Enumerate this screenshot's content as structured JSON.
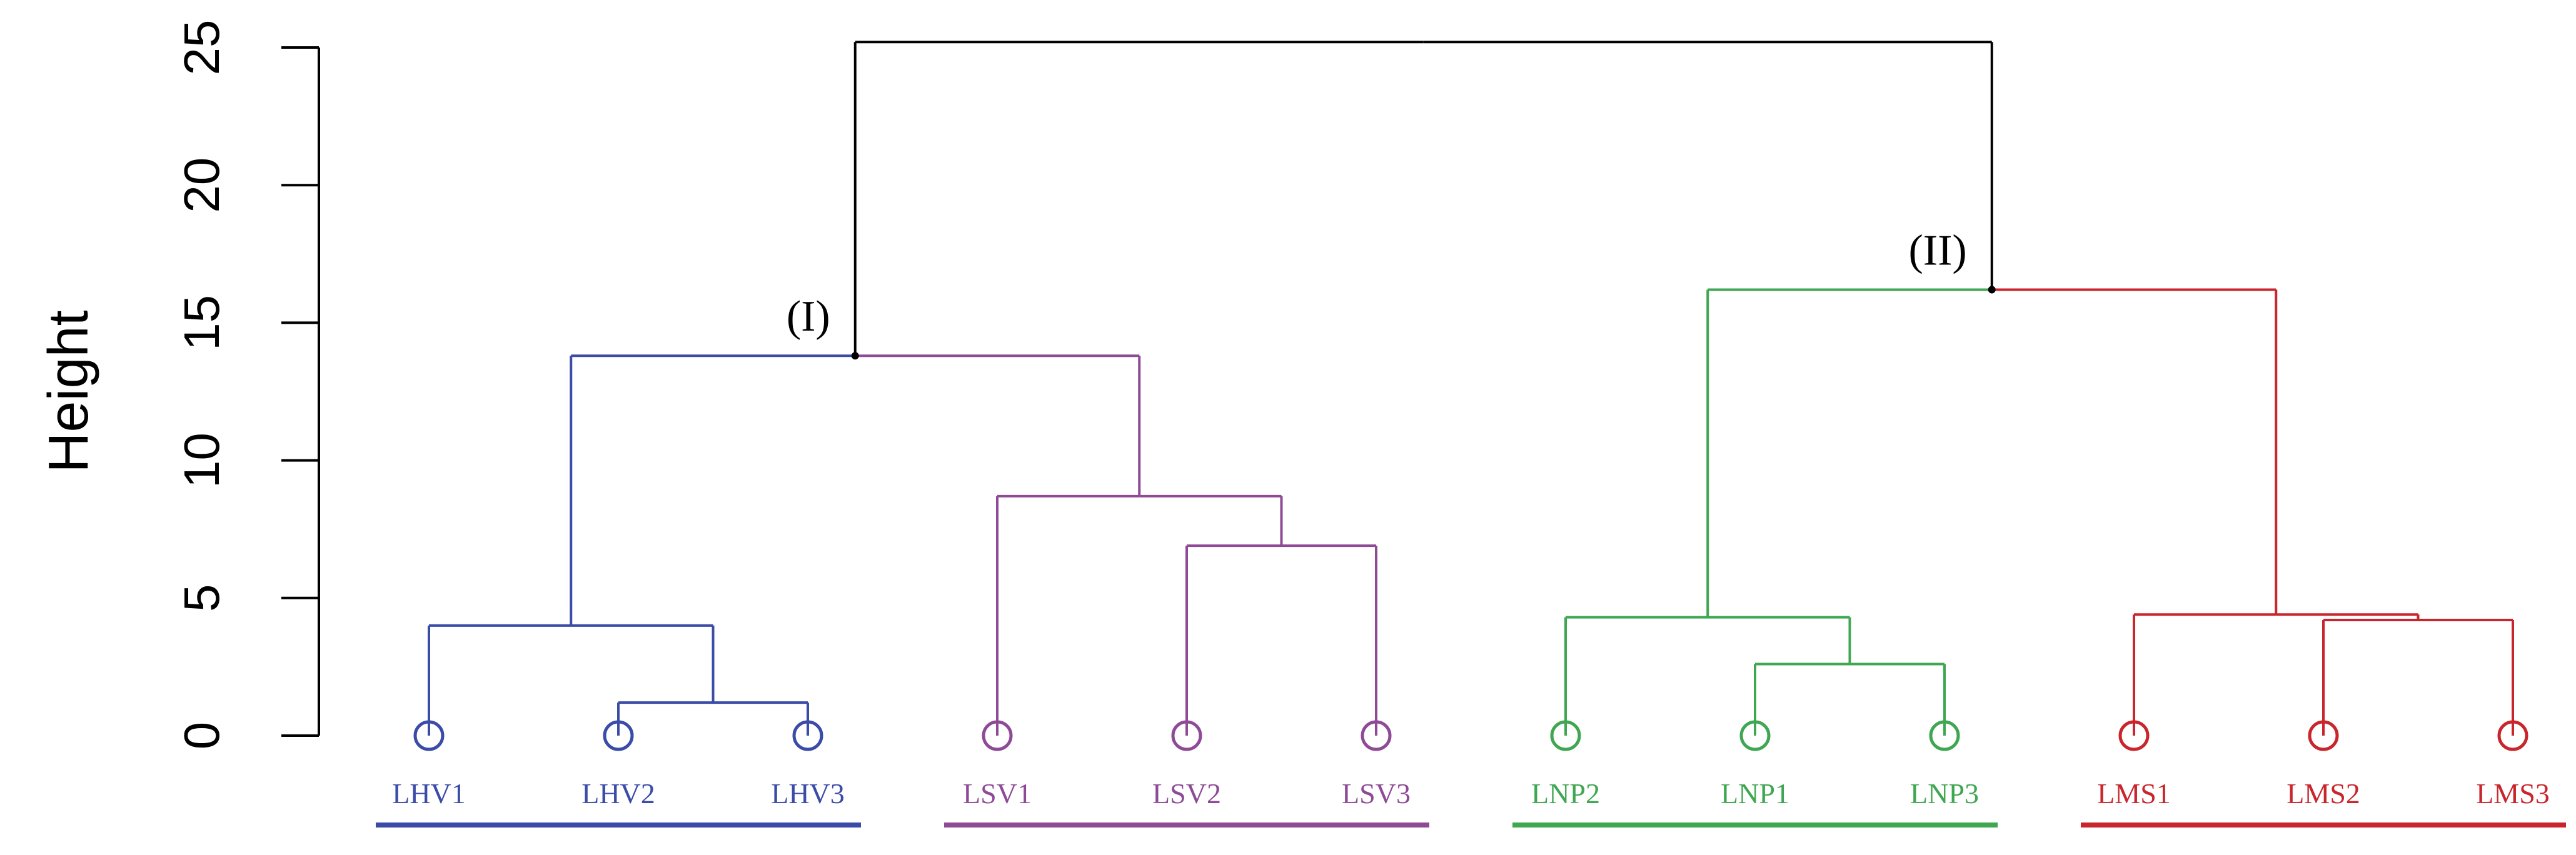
{
  "chart_data": {
    "type": "dendrogram",
    "ylabel": "Height",
    "ylim": [
      0,
      25
    ],
    "yticks": [
      0,
      5,
      10,
      15,
      20,
      25
    ],
    "leaves": [
      "LHV1",
      "LHV2",
      "LHV3",
      "LSV1",
      "LSV2",
      "LSV3",
      "LNP2",
      "LNP1",
      "LNP3",
      "LMS1",
      "LMS2",
      "LMS3"
    ],
    "leaf_colors": [
      "#3a4ba8",
      "#3a4ba8",
      "#3a4ba8",
      "#8e4a96",
      "#8e4a96",
      "#8e4a96",
      "#3fa651",
      "#3fa651",
      "#3fa651",
      "#c8252c",
      "#c8252c",
      "#c8252c"
    ],
    "merges": [
      {
        "left": "LHV2",
        "right": "LHV3",
        "height": 1.2
      },
      {
        "left": "LHV1",
        "right": "LHV2+LHV3",
        "height": 4.0
      },
      {
        "left": "LSV2",
        "right": "LSV3",
        "height": 6.9
      },
      {
        "left": "LSV1",
        "right": "LSV2+LSV3",
        "height": 8.7
      },
      {
        "left": "LHV cluster",
        "right": "LSV cluster",
        "height": 13.8,
        "label": "(I)"
      },
      {
        "left": "LNP1",
        "right": "LNP3",
        "height": 2.6
      },
      {
        "left": "LNP2",
        "right": "LNP1+LNP3",
        "height": 4.3
      },
      {
        "left": "LMS2",
        "right": "LMS3",
        "height": 4.2
      },
      {
        "left": "LMS1",
        "right": "LMS2+LMS3",
        "height": 4.4
      },
      {
        "left": "LNP cluster",
        "right": "LMS cluster",
        "height": 16.2,
        "label": "(II)"
      },
      {
        "left": "(I)",
        "right": "(II)",
        "height": 25.2
      }
    ],
    "groups": [
      {
        "leaves": [
          "LHV1",
          "LHV2",
          "LHV3"
        ],
        "color": "#3a4ba8"
      },
      {
        "leaves": [
          "LSV1",
          "LSV2",
          "LSV3"
        ],
        "color": "#8e4a96"
      },
      {
        "leaves": [
          "LNP2",
          "LNP1",
          "LNP3"
        ],
        "color": "#3fa651"
      },
      {
        "leaves": [
          "LMS1",
          "LMS2",
          "LMS3"
        ],
        "color": "#c8252c"
      }
    ],
    "node_labels": [
      "(I)",
      "(II)"
    ]
  }
}
